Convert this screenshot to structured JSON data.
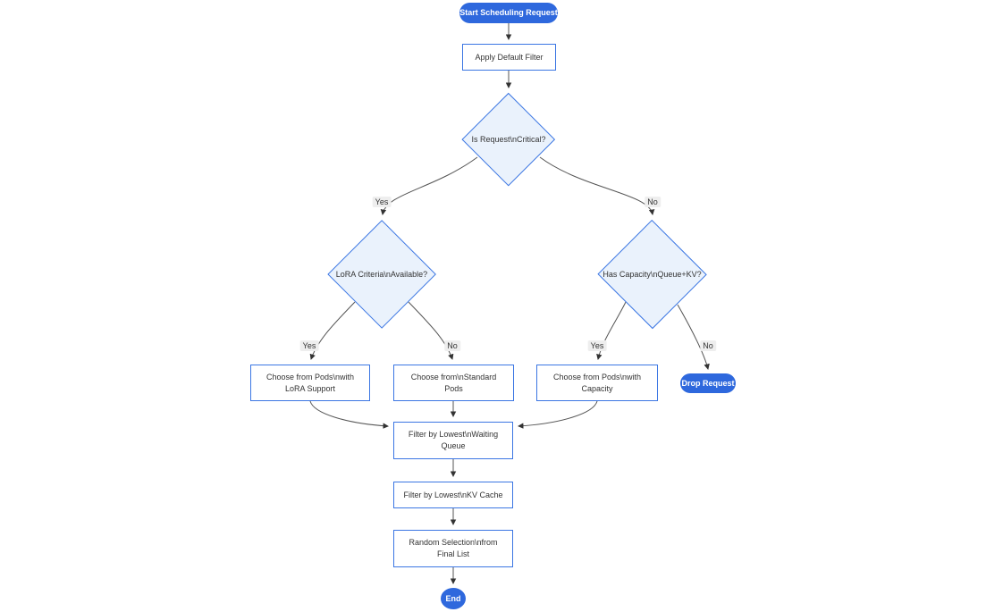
{
  "theme": {
    "canvas_bg": "#ffffff",
    "node_border": "#3b76e3",
    "node_fill": "#ffffff",
    "decision_fill": "#eaf2fc",
    "terminal_fill": "#2e68dd",
    "terminal_text": "#ffffff",
    "edge_color": "#555555",
    "arrow_color": "#333333",
    "label_bg": "#eeeeee",
    "text_color": "#333333"
  },
  "diagram": {
    "type": "flowchart",
    "nodes": {
      "start": {
        "label": "Start Scheduling Request",
        "shape": "stadium"
      },
      "apply_filter": {
        "label": "Apply Default Filter",
        "shape": "rect"
      },
      "is_critical": {
        "label": "Is Request\\nCritical?",
        "shape": "diamond"
      },
      "lora_available": {
        "label": "LoRA Criteria\\nAvailable?",
        "shape": "diamond"
      },
      "has_capacity": {
        "label": "Has Capacity\\nQueue+KV?",
        "shape": "diamond"
      },
      "choose_lora_pods": {
        "label": [
          "Choose from Pods\\nwith",
          "LoRA Support"
        ],
        "shape": "rect"
      },
      "choose_standard_pods": {
        "label": [
          "Choose from\\nStandard",
          "Pods"
        ],
        "shape": "rect"
      },
      "choose_capacity_pods": {
        "label": [
          "Choose from Pods\\nwith",
          "Capacity"
        ],
        "shape": "rect"
      },
      "drop_request": {
        "label": "Drop Request",
        "shape": "stadium"
      },
      "filter_waiting_queue": {
        "label": [
          "Filter by Lowest\\nWaiting",
          "Queue"
        ],
        "shape": "rect"
      },
      "filter_kv_cache": {
        "label": "Filter by Lowest\\nKV Cache",
        "shape": "rect"
      },
      "random_selection": {
        "label": [
          "Random Selection\\nfrom",
          "Final List"
        ],
        "shape": "rect"
      },
      "end": {
        "label": "End",
        "shape": "circle"
      }
    },
    "edge_labels": {
      "critical_yes": "Yes",
      "critical_no": "No",
      "lora_yes": "Yes",
      "lora_no": "No",
      "capacity_yes": "Yes",
      "capacity_no": "No"
    }
  }
}
